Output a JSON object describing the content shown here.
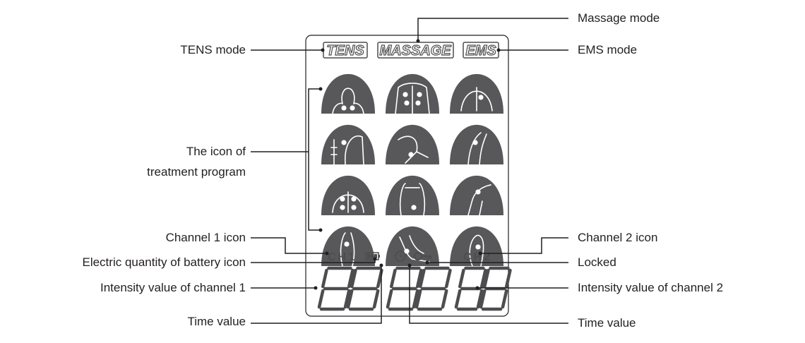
{
  "lcd": {
    "mode_tens": "TENS",
    "mode_massage": "MASSAGE",
    "mode_ems": "EMS",
    "ch1_text": "CH1",
    "ch2_text": "CH2",
    "digits_left": "88",
    "digits_mid": "88",
    "digits_right": "88"
  },
  "programs": [
    {
      "icon": "head-neck-icon"
    },
    {
      "icon": "chest-icon"
    },
    {
      "icon": "lower-back-icon"
    },
    {
      "icon": "shoulder-arm-icon"
    },
    {
      "icon": "elbow-icon"
    },
    {
      "icon": "leg-side-icon"
    },
    {
      "icon": "buttocks-icon"
    },
    {
      "icon": "abdomen-icon"
    },
    {
      "icon": "knee-icon"
    },
    {
      "icon": "calf-icon"
    },
    {
      "icon": "ankle-foot-icon"
    },
    {
      "icon": "sole-icon"
    }
  ],
  "labels": {
    "massage_mode": "Massage mode",
    "tens_mode": "TENS mode",
    "ems_mode": "EMS mode",
    "treatment_line1": "The icon of",
    "treatment_line2": "treatment program",
    "channel1_icon": "Channel 1 icon",
    "channel2_icon": "Channel 2 icon",
    "battery_icon": "Electric quantity of battery icon",
    "locked": "Locked",
    "intensity_ch1": "Intensity value of channel 1",
    "intensity_ch2": "Intensity value of channel 2",
    "time_value_left": "Time value",
    "time_value_right": "Time value"
  },
  "colors": {
    "line": "#231f20",
    "segment": "#4d4d4f",
    "dome": "#58585a",
    "dome_stroke": "#ffffff"
  }
}
